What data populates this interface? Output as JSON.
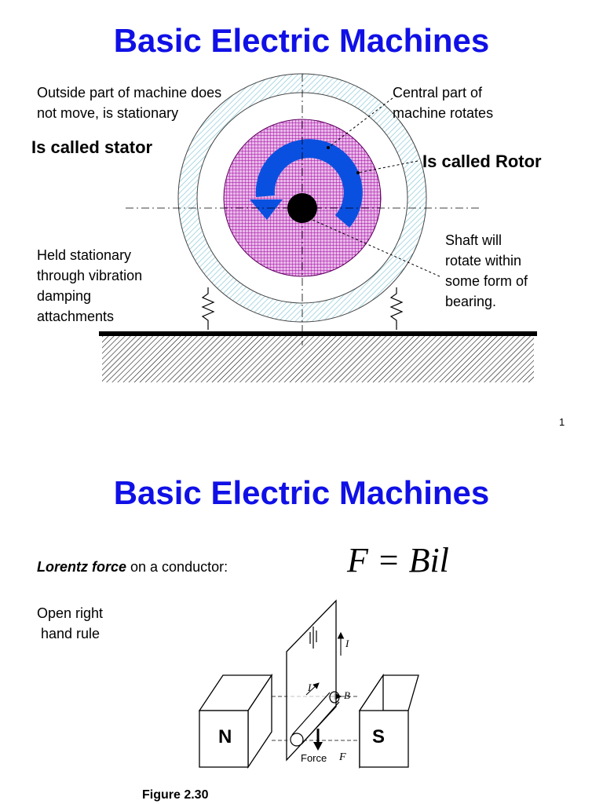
{
  "slide1": {
    "title": "Basic Electric Machines",
    "outside_line1": "Outside part of machine does",
    "outside_line2": "not move, is stationary",
    "stator_label": "Is called stator",
    "central_line1": "Central part of",
    "central_line2": "machine rotates",
    "rotor_label": "Is called Rotor",
    "held_lines": [
      "Held stationary",
      "through vibration",
      "damping",
      "attachments"
    ],
    "shaft_lines": [
      "Shaft will",
      "rotate within",
      "some form of",
      "bearing."
    ],
    "page_number": "1"
  },
  "slide2": {
    "title": "Basic Electric Machines",
    "lorentz_emph": "Lorentz force",
    "lorentz_rest": " on a conductor:",
    "equation": "F = Bil",
    "rule_line1": "Open right",
    "rule_line2": " hand rule",
    "magnet_n": "N",
    "magnet_s": "S",
    "label_i_top": "I",
    "label_i_wire": "I",
    "label_b": "B",
    "label_force": "Force",
    "label_f": "F",
    "figure_caption": "Figure 2.30"
  },
  "colors": {
    "title": "#1010e6",
    "rotor": "#b000b0",
    "arrow": "#0a50e0",
    "stator_hatch": "#88c8d8"
  }
}
